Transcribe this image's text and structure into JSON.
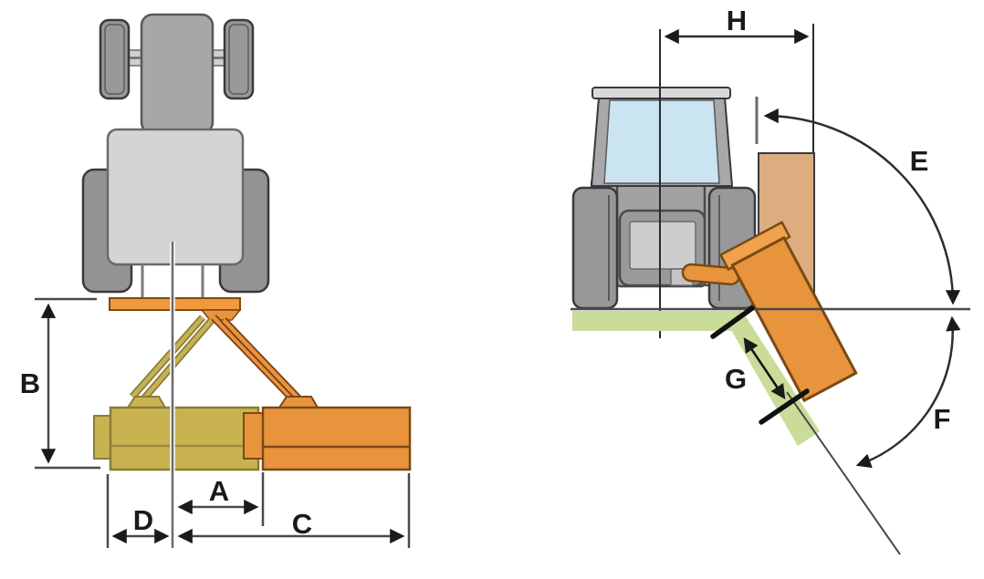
{
  "diagram": {
    "type": "technical-dimension-diagram",
    "views": {
      "left": {
        "view": "top",
        "dimension_labels": [
          "B",
          "D",
          "A",
          "C"
        ]
      },
      "right": {
        "view": "rear",
        "dimension_labels": [
          "H",
          "E",
          "F",
          "G"
        ]
      }
    },
    "labels": {
      "A": "A",
      "B": "B",
      "C": "C",
      "D": "D",
      "E": "E",
      "F": "F",
      "G": "G",
      "H": "H"
    },
    "colors": {
      "orange": "#E8943C",
      "orange_light": "#F0A24E",
      "orange_outline": "#7A4A14",
      "olive": "#C9B351",
      "olive_outline": "#8A7C36",
      "tan_bank": "#DCAD7F",
      "grass_green": "#C9DC98",
      "tractor_gray": "#ABABAD",
      "cab_gray": "#D4D4D4",
      "wheel_gray": "#98989A",
      "window_blue": "#CBE4F2",
      "dimension_line": "#2E2E2E"
    }
  }
}
